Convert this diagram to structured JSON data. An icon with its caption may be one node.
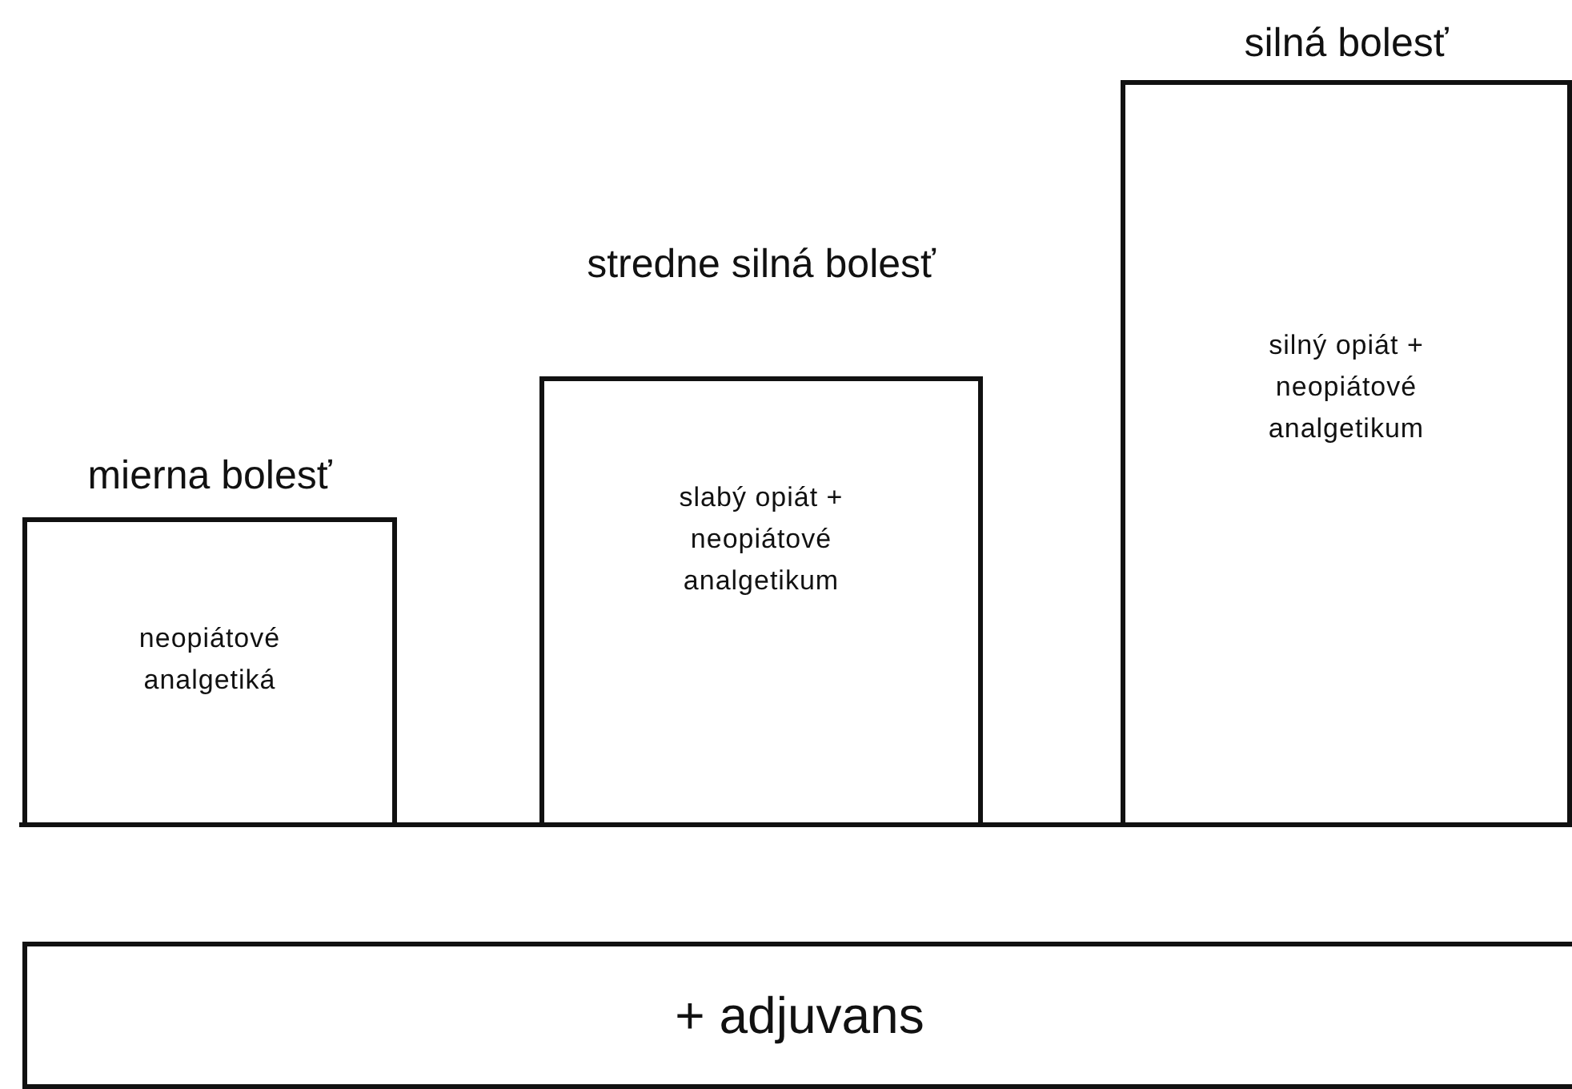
{
  "diagram": {
    "nodes": [
      {
        "text": [
          "mierna bolesť",
          "neopiátové analgetiká"
        ]
      },
      {
        "text": [
          "stredne silná bolesť",
          "slabý opiát + neopiátové analgetikum"
        ]
      },
      {
        "text": [
          "silná bolesť",
          "silný opiát + neopiátové analgetikum"
        ]
      },
      {
        "text": [
          "+ adjuvans"
        ]
      }
    ],
    "edges": []
  }
}
